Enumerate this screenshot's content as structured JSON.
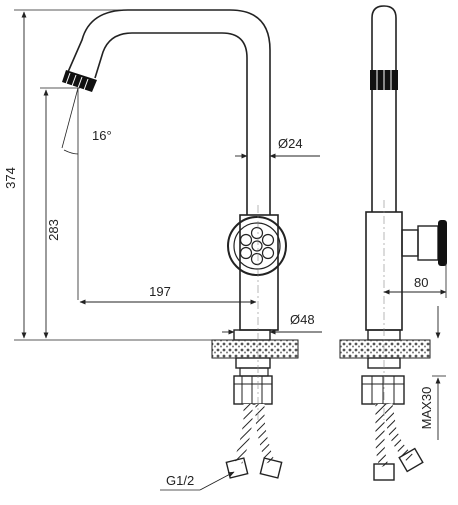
{
  "dimensions": {
    "total_height": "374",
    "spout_height": "283",
    "spout_angle": "16°",
    "pipe_diameter": "Ø24",
    "spout_reach": "197",
    "base_diameter": "Ø48",
    "handle_offset": "80",
    "max_counter_thickness": "MAX30",
    "connection_thread": "G1/2"
  }
}
